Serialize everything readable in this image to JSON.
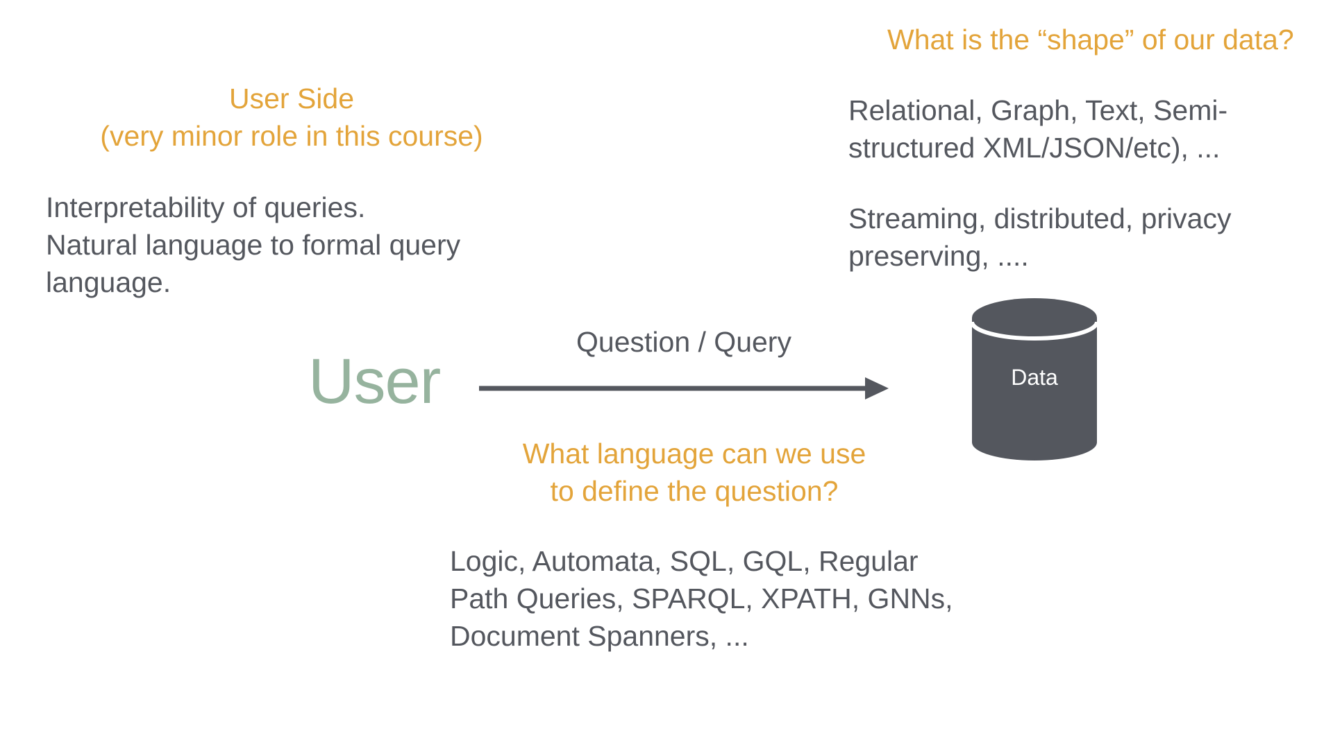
{
  "data_side": {
    "heading": "What is the “shape” of our data?",
    "models_lines": [
      "Relational, Graph, Text, Semi-",
      "structured XML/JSON/etc), ..."
    ],
    "settings_lines": [
      "Streaming, distributed, privacy",
      "preserving, ...."
    ]
  },
  "user_side": {
    "heading_lines": [
      "User Side",
      "(very minor role in this course)"
    ],
    "body_lines": [
      "Interpretability of queries.",
      "Natural language to formal query",
      "language."
    ]
  },
  "flow": {
    "user_label": "User",
    "query_label": "Question / Query",
    "data_label": "Data"
  },
  "language": {
    "heading_lines": [
      "What language can we use",
      "to define the question?"
    ],
    "examples_lines": [
      "Logic, Automata, SQL, GQL, Regular",
      "Path Queries, SPARQL, XPATH, GNNs,",
      "Document Spanners, ..."
    ]
  },
  "colors": {
    "accent": "#e3a43a",
    "text": "#54575e",
    "user": "#96b39e",
    "database": "#54575e"
  }
}
